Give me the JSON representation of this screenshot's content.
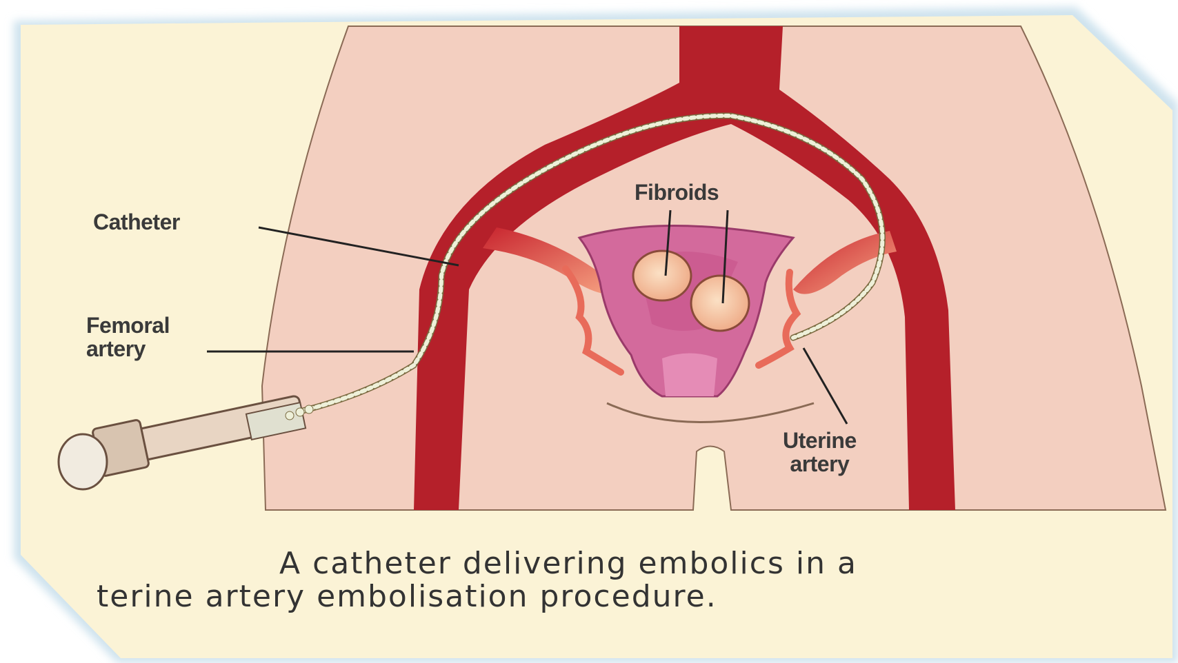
{
  "labels": {
    "catheter": "Catheter",
    "femoral_line1": "Femoral",
    "femoral_line2": "artery",
    "fibroids": "Fibroids",
    "uterine_line1": "Uterine",
    "uterine_line2": "artery"
  },
  "caption": {
    "line1": "A catheter delivering embolics in a",
    "line2": "terine artery embolisation procedure."
  },
  "colors": {
    "background": "#fbf3d6",
    "skin": "#f3cfc0",
    "artery": "#b5202a",
    "uterus": "#d36a9c",
    "fibroid": "#f6c9a2",
    "catheter_beads": "#eef0d9"
  }
}
